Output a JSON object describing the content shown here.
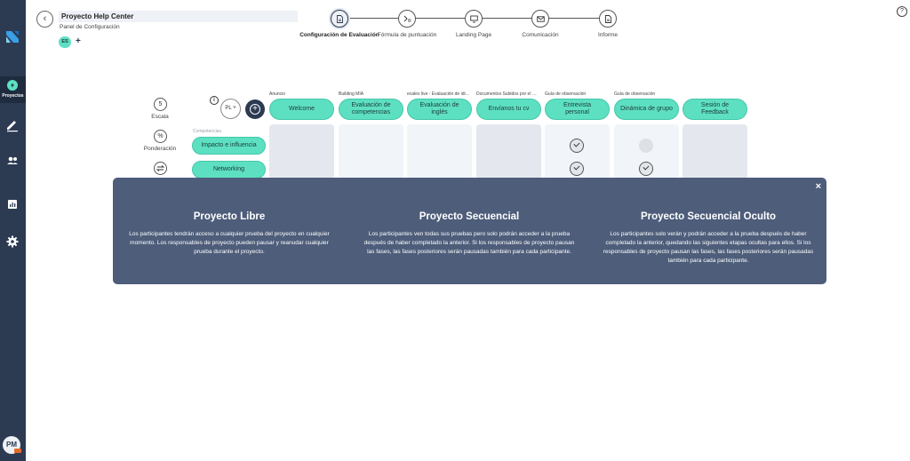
{
  "sidebar": {
    "active_label": "Proyectos",
    "avatar_initials": "PM"
  },
  "header": {
    "project_title": "Proyecto Help Center",
    "subtitle": "Panel de Configuración",
    "language": "ES",
    "add_language": "+",
    "back_icon": "‹",
    "help_icon": "?"
  },
  "stepper": [
    {
      "label": "Configuración de Evaluación",
      "icon": "document-icon",
      "active": true
    },
    {
      "label": "Fórmula de puntuación",
      "icon": "formula-icon",
      "active": false
    },
    {
      "label": "Landing Page",
      "icon": "monitor-icon",
      "active": false
    },
    {
      "label": "Comunicación",
      "icon": "mail-icon",
      "active": false
    },
    {
      "label": "Informe",
      "icon": "report-icon",
      "active": false
    }
  ],
  "controls": {
    "escala_value": "5",
    "escala_label": "Escala",
    "ponderacion_value": "%",
    "ponderacion_label": "Ponderación",
    "info_icon": "i",
    "mode_select": "PL"
  },
  "competencies": {
    "caption": "Competencias",
    "items": [
      "Impacto e influencia",
      "Networking"
    ]
  },
  "phases": [
    {
      "caption": "Anuncio",
      "label": "Welcome"
    },
    {
      "caption": "Building MIA",
      "label": "Evaluación de competencias"
    },
    {
      "caption": "ecales live - Evaluación de idi…",
      "label": "Evaluación de inglés"
    },
    {
      "caption": "Documentos Subidos por el …",
      "label": "Envíanos tu cv"
    },
    {
      "caption": "Guía de observación",
      "label": "Entrevista personal"
    },
    {
      "caption": "Guía de observación",
      "label": "Dinámica de grupo"
    },
    {
      "caption": "",
      "label": "Sesión de Feedback"
    }
  ],
  "modal": {
    "close": "×",
    "columns": [
      {
        "title": "Proyecto Libre",
        "text": "Los participantes tendrán acceso a cualquier prueba del proyecto en cualquier momento. Los responsables de proyecto pueden pausar y reanudar cualquier prueba durante el proyecto."
      },
      {
        "title": "Proyecto Secuencial",
        "text": "Los participantes ven todas sus pruebas pero solo podrán acceder a la prueba después de haber completado la anterior. Si los responsables de proyecto pausan las fases, las fases posteriores serán pausadas también para cada participante."
      },
      {
        "title": "Proyecto Secuencial Oculto",
        "text": "Los participantes solo verán y podrán acceder a la prueba después de haber completado la anterior, quedando las siguientes etapas ocultas para ellos. Si los responsables de proyecto pausan las fases, las fases posteriores serán pausadas también para cada participante."
      }
    ]
  },
  "colors": {
    "sidebar": "#2c3a52",
    "accent": "#5de0c2",
    "modal": "#4d5d7a"
  }
}
